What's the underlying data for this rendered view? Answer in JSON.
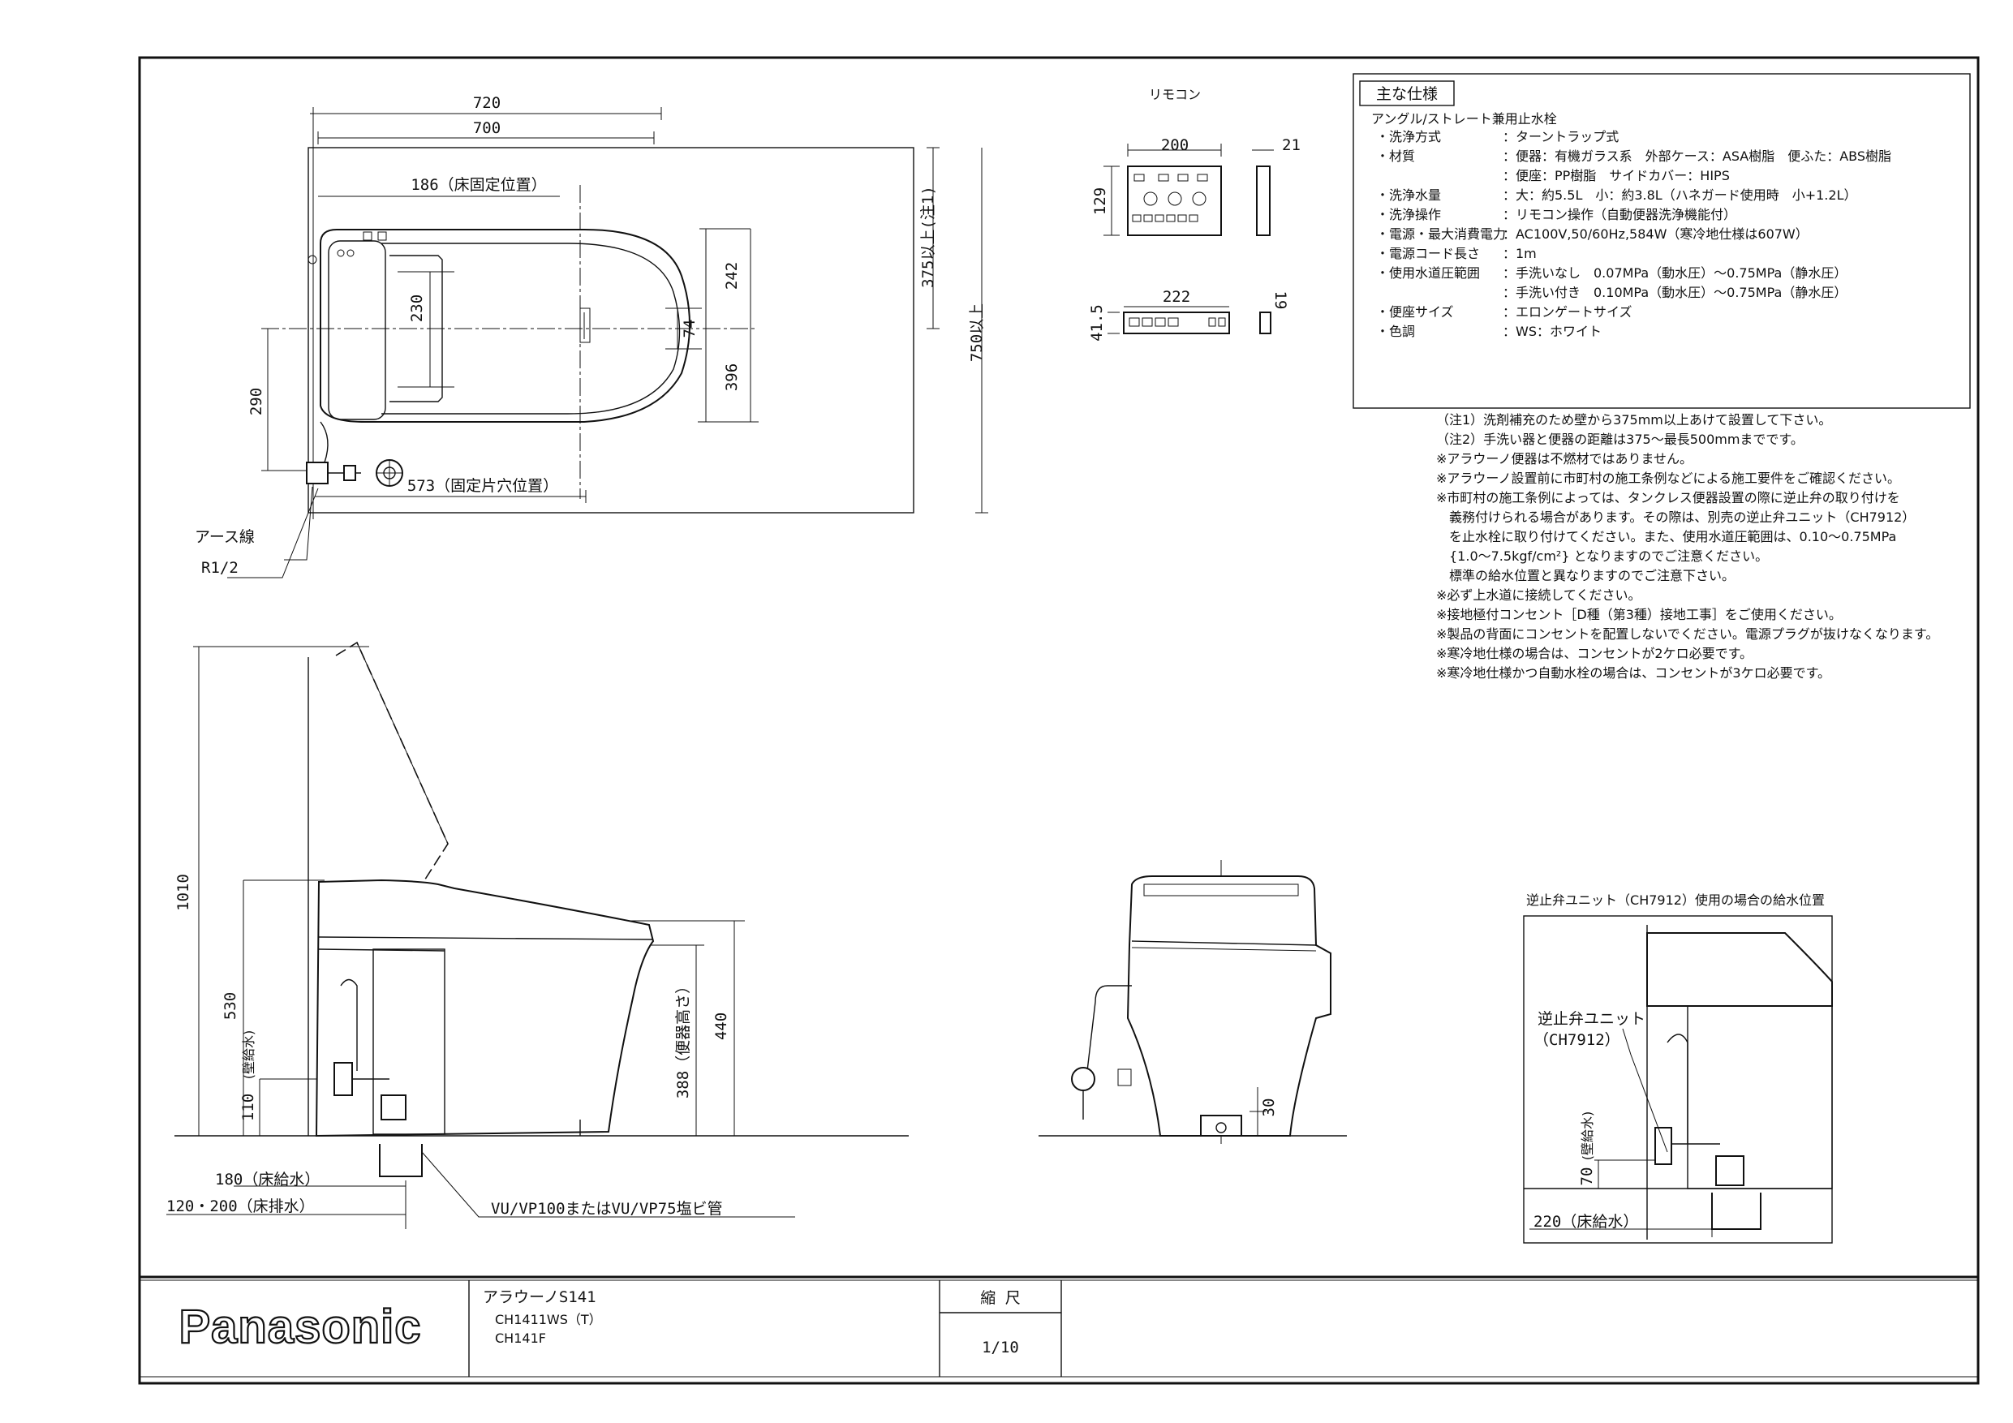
{
  "top_view": {
    "dim_720": "720",
    "dim_700": "700",
    "dim_186": "186（床固定位置）",
    "dim_375": "375以上(注1)",
    "dim_750": "750以上",
    "dim_242": "242",
    "dim_230": "230",
    "dim_74": "74",
    "dim_396": "396",
    "dim_290": "290",
    "dim_573": "573（固定片穴位置）",
    "label_earth": "アース線",
    "label_r12": "R1/2"
  },
  "remote": {
    "title": "リモコン",
    "dim_200": "200",
    "dim_21": "21",
    "dim_129": "129",
    "dim_222": "222",
    "dim_41_5": "41.5",
    "dim_19": "19"
  },
  "specs": {
    "title": "主な仕様",
    "header": "アングル/ストレート兼用止水栓",
    "rows": [
      {
        "key": "・洗浄方式",
        "val": "：ターントラップ式"
      },
      {
        "key": "・材質",
        "val": "：便器：有機ガラス系　外部ケース：ASA樹脂　便ふた：ABS樹脂"
      },
      {
        "key": "",
        "val": "：便座：PP樹脂　サイドカバー：HIPS"
      },
      {
        "key": "・洗浄水量",
        "val": "：大：約5.5L　小：約3.8L（ハネガード使用時　小+1.2L）"
      },
      {
        "key": "・洗浄操作",
        "val": "：リモコン操作（自動便器洗浄機能付）"
      },
      {
        "key": "・電源・最大消費電力",
        "val": "：AC100V,50/60Hz,584W（寒冷地仕様は607W）"
      },
      {
        "key": "・電源コード長さ",
        "val": "：1m"
      },
      {
        "key": "・使用水道圧範囲",
        "val": "：手洗いなし　0.07MPa（動水圧）～0.75MPa（静水圧）"
      },
      {
        "key": "",
        "val": "：手洗い付き　0.10MPa（動水圧）～0.75MPa（静水圧）"
      },
      {
        "key": "・便座サイズ",
        "val": "：エロンゲートサイズ"
      },
      {
        "key": "・色調",
        "val": "：WS：ホワイト"
      }
    ]
  },
  "notes": [
    "（注1）洗剤補充のため壁から375mm以上あけて設置して下さい。",
    "（注2）手洗い器と便器の距離は375～最長500mmまでです。",
    "※アラウーノ便器は不燃材ではありません。",
    "※アラウーノ設置前に市町村の施工条例などによる施工要件をご確認ください。",
    "※市町村の施工条例によっては、タンクレス便器設置の際に逆止弁の取り付けを",
    "　義務付けられる場合があります。その際は、別売の逆止弁ユニット（CH7912）",
    "　を止水栓に取り付けてください。また、使用水道圧範囲は、0.10～0.75MPa",
    "　{1.0～7.5kgf/cm²} となりますのでご注意ください。",
    "　標準の給水位置と異なりますのでご注意下さい。",
    "※必ず上水道に接続してください。",
    "※接地極付コンセント［D種（第3種）接地工事］をご使用ください。",
    "※製品の背面にコンセントを配置しないでください。電源プラグが抜けなくなります。",
    "※寒冷地仕様の場合は、コンセントが2ケロ必要です。",
    "※寒冷地仕様かつ自動水栓の場合は、コンセントが3ケロ必要です。"
  ],
  "side_view": {
    "dim_1010": "1010",
    "dim_530": "530",
    "dim_wall_supply": "(壁給水)",
    "dim_110": "110",
    "dim_440": "440",
    "dim_388": "388（便器高さ）",
    "dim_180": "180（床給水）",
    "dim_120_200": "120・200（床排水）",
    "label_pipe": "VU/VP100またはVU/VP75塩ビ管"
  },
  "front_view": {
    "dim_30": "30"
  },
  "check_valve": {
    "title": "逆止弁ユニット（CH7912）使用の場合の給水位置",
    "label_unit": "逆止弁ユニット",
    "label_code": "（CH7912）",
    "dim_wall_supply": "(壁給水)",
    "dim_70": "70",
    "dim_220": "220（床給水）"
  },
  "title_block": {
    "brand": "Panasonic",
    "product": "アラウーノS141",
    "model1": "CH1411WS（T）",
    "model2": "CH141F",
    "scale_label": "縮 尺",
    "scale_value": "1/10"
  }
}
